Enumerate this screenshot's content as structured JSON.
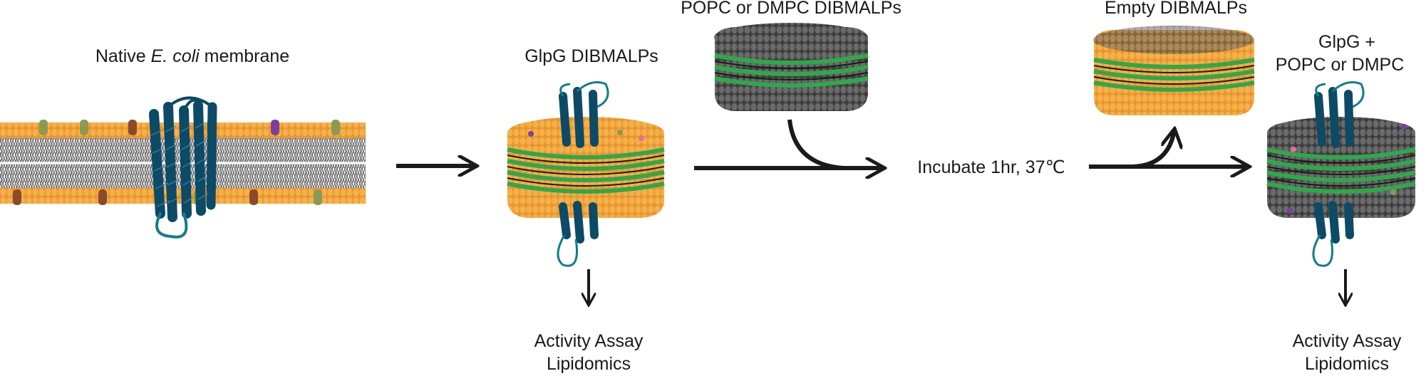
{
  "labels": {
    "native_membrane_prefix": "Native ",
    "native_membrane_species": "E. coli",
    "native_membrane_suffix": " membrane",
    "glpg_dibmalps": "GlpG DIBMALPs",
    "popc_dmpc_dibmalps": "POPC or DMPC DIBMALPs",
    "incubate": "Incubate 1hr, 37℃",
    "empty_dibmalps": "Empty DIBMALPs",
    "product_line1": "GlpG +",
    "product_line2": "POPC or DMPC",
    "assay_left_line1": "Activity Assay",
    "assay_left_line2": "Lipidomics",
    "assay_right_line1": "Activity Assay",
    "assay_right_line2": "Lipidomics"
  },
  "colors": {
    "lipid_native": "#f4a63a",
    "lipid_synthetic": "#5a5a5a",
    "lipid_tail": "#6b6b6b",
    "protein": "#0d4a66",
    "polymer_belt": "#2fa84a",
    "arrow": "#1a1a1a",
    "accent_brown": "#8b4a2b",
    "accent_olive": "#8a9a55",
    "accent_purple": "#7b3fa0",
    "accent_pink": "#e86aa0"
  },
  "icons": [
    "native-membrane-illustration",
    "glpg-dibmalp-disc",
    "synthetic-lipid-dibmalp-disc",
    "empty-dibmalp-disc",
    "product-dibmalp-disc",
    "process-arrow"
  ]
}
